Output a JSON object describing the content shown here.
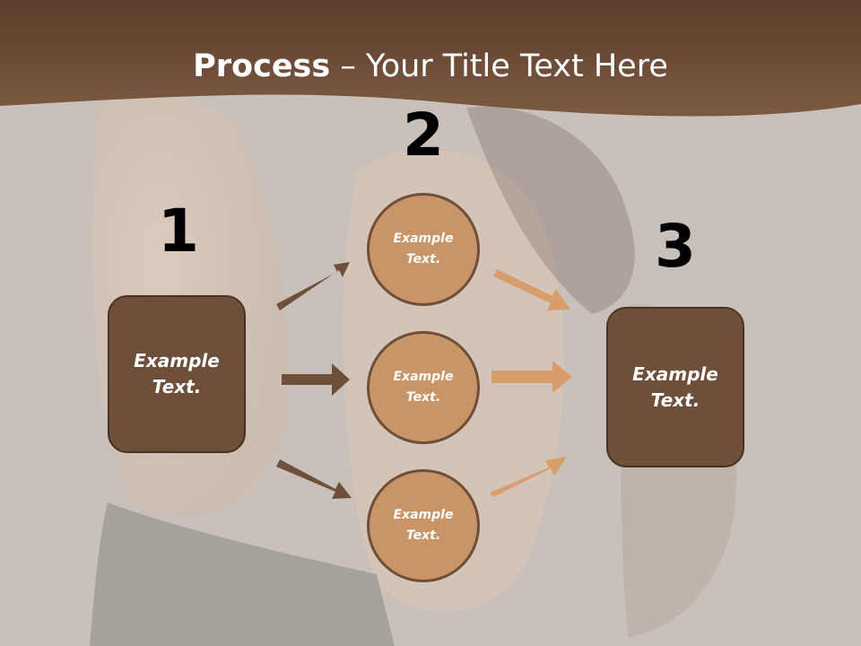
{
  "title": {
    "bold": "Process",
    "rest": " – Your Title Text Here"
  },
  "steps": [
    {
      "number": "1"
    },
    {
      "number": "2"
    },
    {
      "number": "3"
    }
  ],
  "boxes": {
    "left": "Example Text.",
    "right": "Example Text."
  },
  "circles": [
    {
      "label": "Example Text."
    },
    {
      "label": "Example Text."
    },
    {
      "label": "Example Text."
    }
  ],
  "colors": {
    "header_band": "#6e4f3a",
    "square_fill": "#6e4f3a",
    "circle_fill": "#c99566",
    "arrow_dark": "#6e4f3a",
    "arrow_light": "#d79e6b",
    "background": "#c9c2bb"
  }
}
